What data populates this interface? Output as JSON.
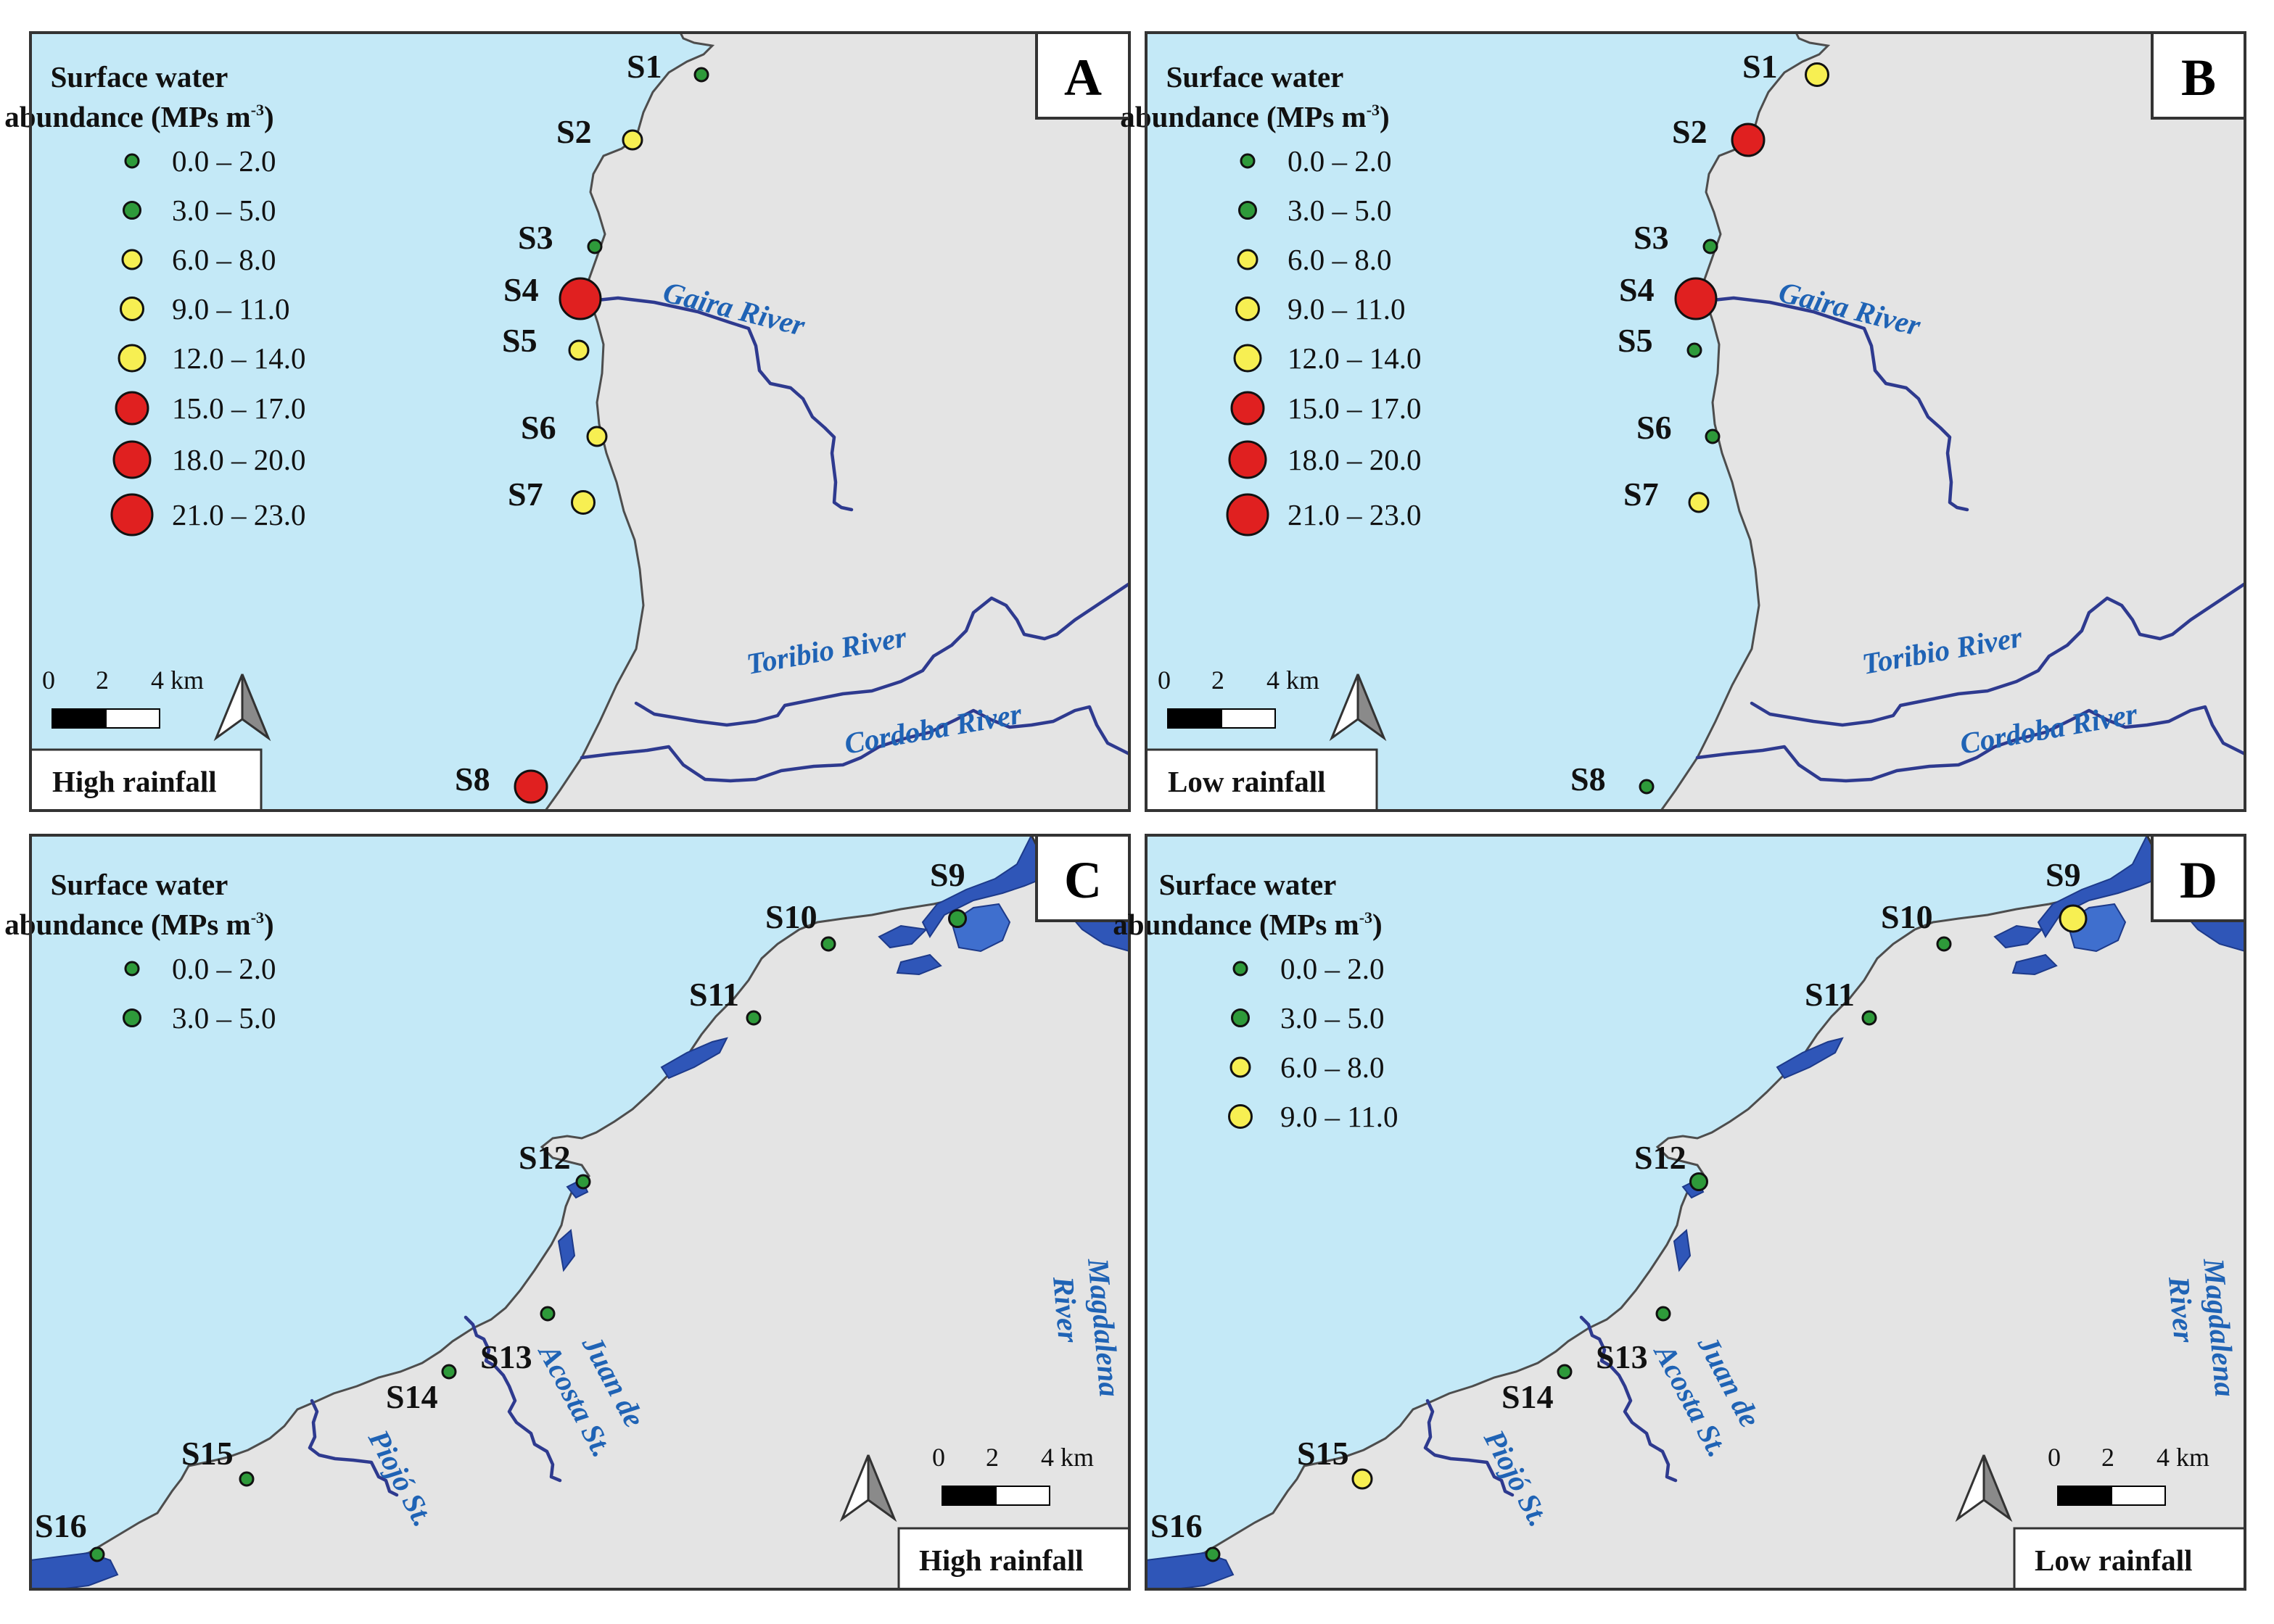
{
  "legend": {
    "title_line1": "Surface water",
    "title_line2": "abundance (MPs m",
    "title_sup": "-3",
    "title_close": ")"
  },
  "classes": [
    {
      "label": "0.0 – 2.0",
      "color": "#2e9a3a",
      "size": 1
    },
    {
      "label": "3.0 – 5.0",
      "color": "#2e9a3a",
      "size": 2
    },
    {
      "label": "6.0 – 8.0",
      "color": "#f7ef52",
      "size": 3
    },
    {
      "label": "9.0 – 11.0",
      "color": "#f7ef52",
      "size": 4
    },
    {
      "label": "12.0 – 14.0",
      "color": "#f7ef52",
      "size": 5
    },
    {
      "label": "15.0 – 17.0",
      "color": "#e02020",
      "size": 6
    },
    {
      "label": "18.0 – 20.0",
      "color": "#e02020",
      "size": 7
    },
    {
      "label": "21.0 – 23.0",
      "color": "#e02020",
      "size": 8
    }
  ],
  "scale_bar": {
    "t0": "0",
    "t1": "2",
    "t2": "4 km"
  },
  "panels": {
    "A": {
      "letter": "A",
      "condition": "High rainfall",
      "legend_classes": [
        0,
        1,
        2,
        3,
        4,
        5,
        6,
        7
      ],
      "sites": {
        "S1": 0,
        "S2": 2,
        "S3": 0,
        "S4": 7,
        "S5": 2,
        "S6": 2,
        "S7": 3,
        "S8": 5
      },
      "rivers": [
        "Gaira River",
        "Toribio River",
        "Cordoba River"
      ]
    },
    "B": {
      "letter": "B",
      "condition": "Low rainfall",
      "legend_classes": [
        0,
        1,
        2,
        3,
        4,
        5,
        6,
        7
      ],
      "sites": {
        "S1": 3,
        "S2": 5,
        "S3": 0,
        "S4": 7,
        "S5": 0,
        "S6": 0,
        "S7": 2,
        "S8": 0
      },
      "rivers": [
        "Gaira River",
        "Toribio River",
        "Cordoba River"
      ]
    },
    "C": {
      "letter": "C",
      "condition": "High rainfall",
      "legend_classes": [
        0,
        1
      ],
      "sites": {
        "S9": 1,
        "S10": 0,
        "S11": 0,
        "S12": 0,
        "S13": 0,
        "S14": 0,
        "S15": 0,
        "S16": 0
      },
      "rivers": [
        "Magdalena",
        "River",
        "Juan de",
        "Acosta St.",
        "Piojó St."
      ]
    },
    "D": {
      "letter": "D",
      "condition": "Low rainfall",
      "legend_classes": [
        0,
        1,
        2,
        3
      ],
      "sites": {
        "S9": 4,
        "S10": 0,
        "S11": 0,
        "S12": 1,
        "S13": 0,
        "S14": 0,
        "S15": 2,
        "S16": 0
      },
      "rivers": [
        "Magdalena",
        "River",
        "Juan de",
        "Acosta St.",
        "Piojó St."
      ]
    }
  }
}
